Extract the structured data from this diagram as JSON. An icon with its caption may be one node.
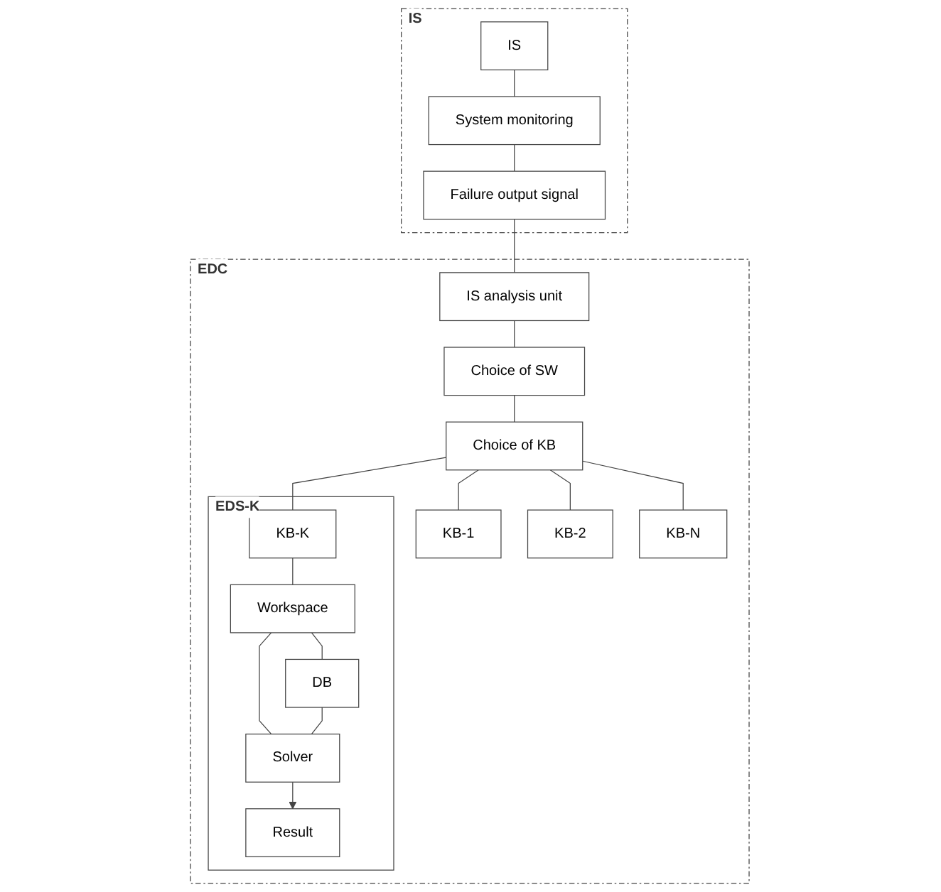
{
  "diagram": {
    "nodes": [
      {
        "text": [
          "IS"
        ]
      },
      {
        "text": [
          "IS"
        ],
        "in": 0
      },
      {
        "text": [
          "System monitoring"
        ],
        "in": 0
      },
      {
        "text": [
          "Failure output signal"
        ],
        "in": 0
      },
      {
        "text": [
          "EDC"
        ]
      },
      {
        "text": [
          "IS analysis unit"
        ],
        "in": 4
      },
      {
        "text": [
          "Choice of SW"
        ],
        "in": 4
      },
      {
        "text": [
          "Choice of KB"
        ],
        "in": 4
      },
      {
        "text": [
          "KB-1"
        ],
        "in": 4
      },
      {
        "text": [
          "KB-2"
        ],
        "in": 4
      },
      {
        "text": [
          "KB-N"
        ],
        "in": 4
      },
      {
        "text": [
          "EDS-K"
        ],
        "in": 4
      },
      {
        "text": [
          "KB-K"
        ],
        "in": 11
      },
      {
        "text": [
          "Workspace"
        ],
        "in": 11
      },
      {
        "text": [
          "DB"
        ],
        "in": 11
      },
      {
        "text": [
          "Solver"
        ],
        "in": 11
      },
      {
        "text": [
          "Result"
        ],
        "in": 11
      }
    ],
    "edges": [
      {
        "from": 1,
        "to": 2,
        "arrow": "none"
      },
      {
        "from": 2,
        "to": 3,
        "arrow": "none"
      },
      {
        "from": 3,
        "to": 5,
        "arrow": "none"
      },
      {
        "from": 5,
        "to": 6,
        "arrow": "none"
      },
      {
        "from": 6,
        "to": 7,
        "arrow": "none"
      },
      {
        "from": 7,
        "to": 8,
        "arrow": "none"
      },
      {
        "from": 7,
        "to": 9,
        "arrow": "none"
      },
      {
        "from": 7,
        "to": 10,
        "arrow": "none"
      },
      {
        "from": 7,
        "to": 12,
        "arrow": "none"
      },
      {
        "from": 12,
        "to": 13,
        "arrow": "none"
      },
      {
        "from": 13,
        "to": 14,
        "arrow": "none"
      },
      {
        "from": 13,
        "to": 15,
        "arrow": "none"
      },
      {
        "from": 14,
        "to": 15,
        "arrow": "none"
      },
      {
        "from": 15,
        "to": 16,
        "arrow": "to"
      }
    ]
  }
}
